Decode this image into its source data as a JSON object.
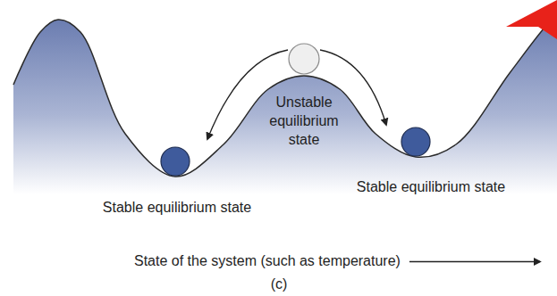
{
  "diagram": {
    "caption": "(c)",
    "labels": [
      "Unstable equilibrium state",
      "Stable equilibrium state",
      "Stable equilibrium state",
      "State of the system (such as temperature)"
    ]
  }
}
